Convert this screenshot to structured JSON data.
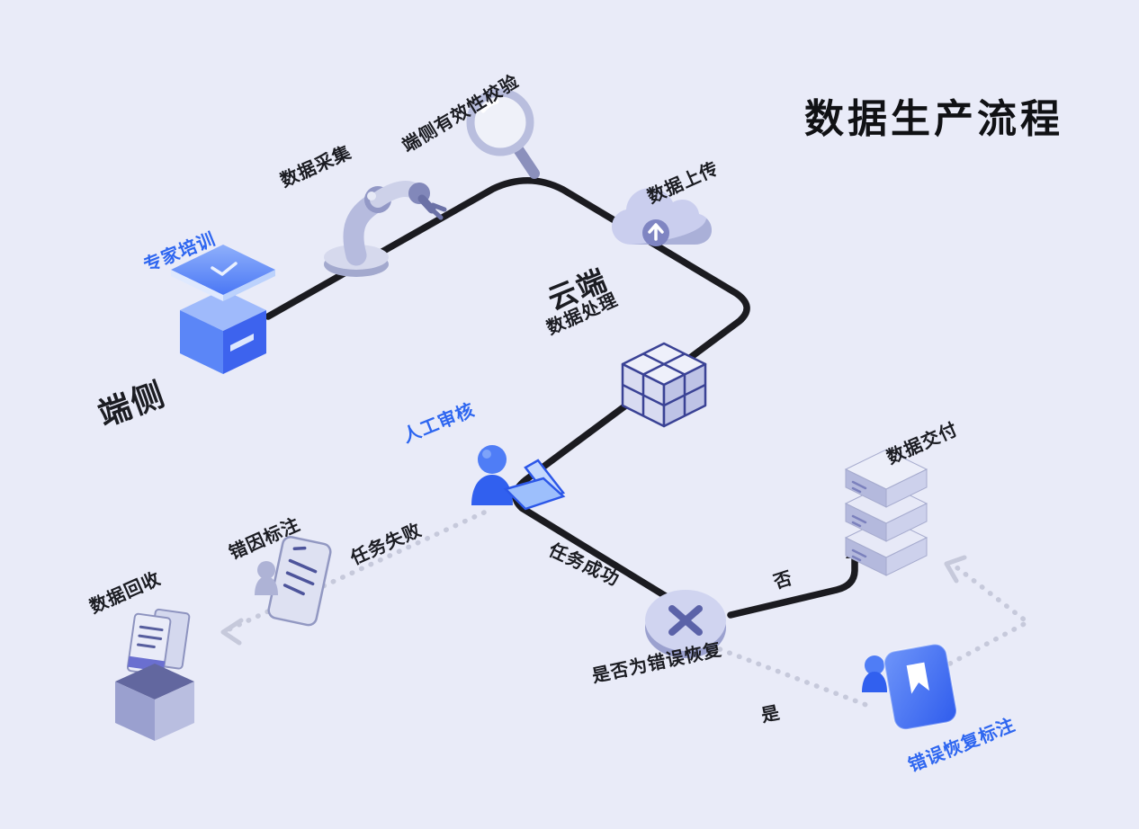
{
  "title": "数据生产流程",
  "zones": {
    "device": {
      "label": "端侧"
    },
    "cloud": {
      "label": "云端"
    }
  },
  "nodes": {
    "expert_training": {
      "label": "专家培训",
      "icon": "podium-icon",
      "accent": "#2e66f0"
    },
    "data_collection": {
      "label": "数据采集",
      "icon": "robot-arm-icon"
    },
    "device_validation": {
      "label": "端侧有效性校验",
      "icon": "magnifier-icon"
    },
    "data_upload": {
      "label": "数据上传",
      "icon": "cloud-upload-icon"
    },
    "data_processing": {
      "label": "数据处理",
      "icon": "data-cube-icon"
    },
    "manual_review": {
      "label": "人工审核",
      "icon": "person-laptop-icon",
      "accent": "#2e66f0"
    },
    "error_cause_annotation": {
      "label": "错因标注",
      "icon": "document-person-icon"
    },
    "data_recycle": {
      "label": "数据回收",
      "icon": "archive-box-icon"
    },
    "recovery_decision": {
      "label": "是否为错误恢复",
      "icon": "x-disc-icon"
    },
    "data_delivery": {
      "label": "数据交付",
      "icon": "server-stack-icon"
    },
    "error_recovery_annotation": {
      "label": "错误恢复标注",
      "icon": "book-person-icon",
      "accent": "#2e66f0"
    }
  },
  "edges": {
    "task_failed": "任务失败",
    "task_success": "任务成功",
    "no": "否",
    "yes": "是"
  },
  "colors": {
    "background": "#e9ebf8",
    "flow_line": "#1b1b20",
    "dotted_line": "#c6c9db",
    "accent_blue": "#2e66f0",
    "label_text": "#1b1c22",
    "icon_lavender": "#ccd0ec"
  }
}
